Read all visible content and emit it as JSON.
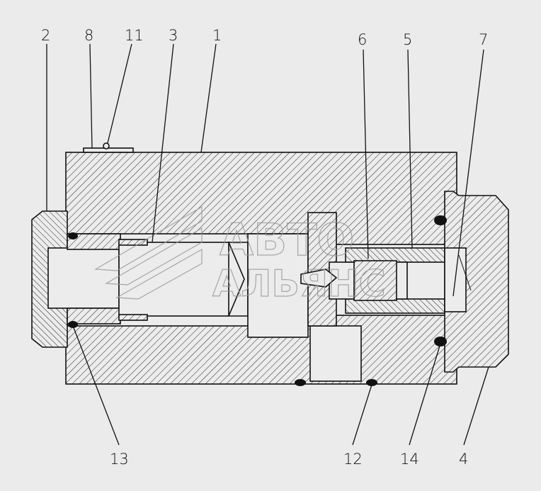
{
  "callouts": [
    {
      "id": "c2",
      "text": "2"
    },
    {
      "id": "c8",
      "text": "8"
    },
    {
      "id": "c11",
      "text": "11"
    },
    {
      "id": "c3",
      "text": "3"
    },
    {
      "id": "c1",
      "text": "1"
    },
    {
      "id": "c6",
      "text": "6"
    },
    {
      "id": "c5",
      "text": "5"
    },
    {
      "id": "c7",
      "text": "7"
    },
    {
      "id": "c13",
      "text": "13"
    },
    {
      "id": "c12",
      "text": "12"
    },
    {
      "id": "c14",
      "text": "14"
    },
    {
      "id": "c4",
      "text": "4"
    }
  ],
  "watermark": {
    "line1": "АВТО",
    "line2": "АЛЬЯНС"
  },
  "colors": {
    "background": "#ebebeb",
    "ink": "#111111",
    "watermark": "#9a9a9a"
  }
}
